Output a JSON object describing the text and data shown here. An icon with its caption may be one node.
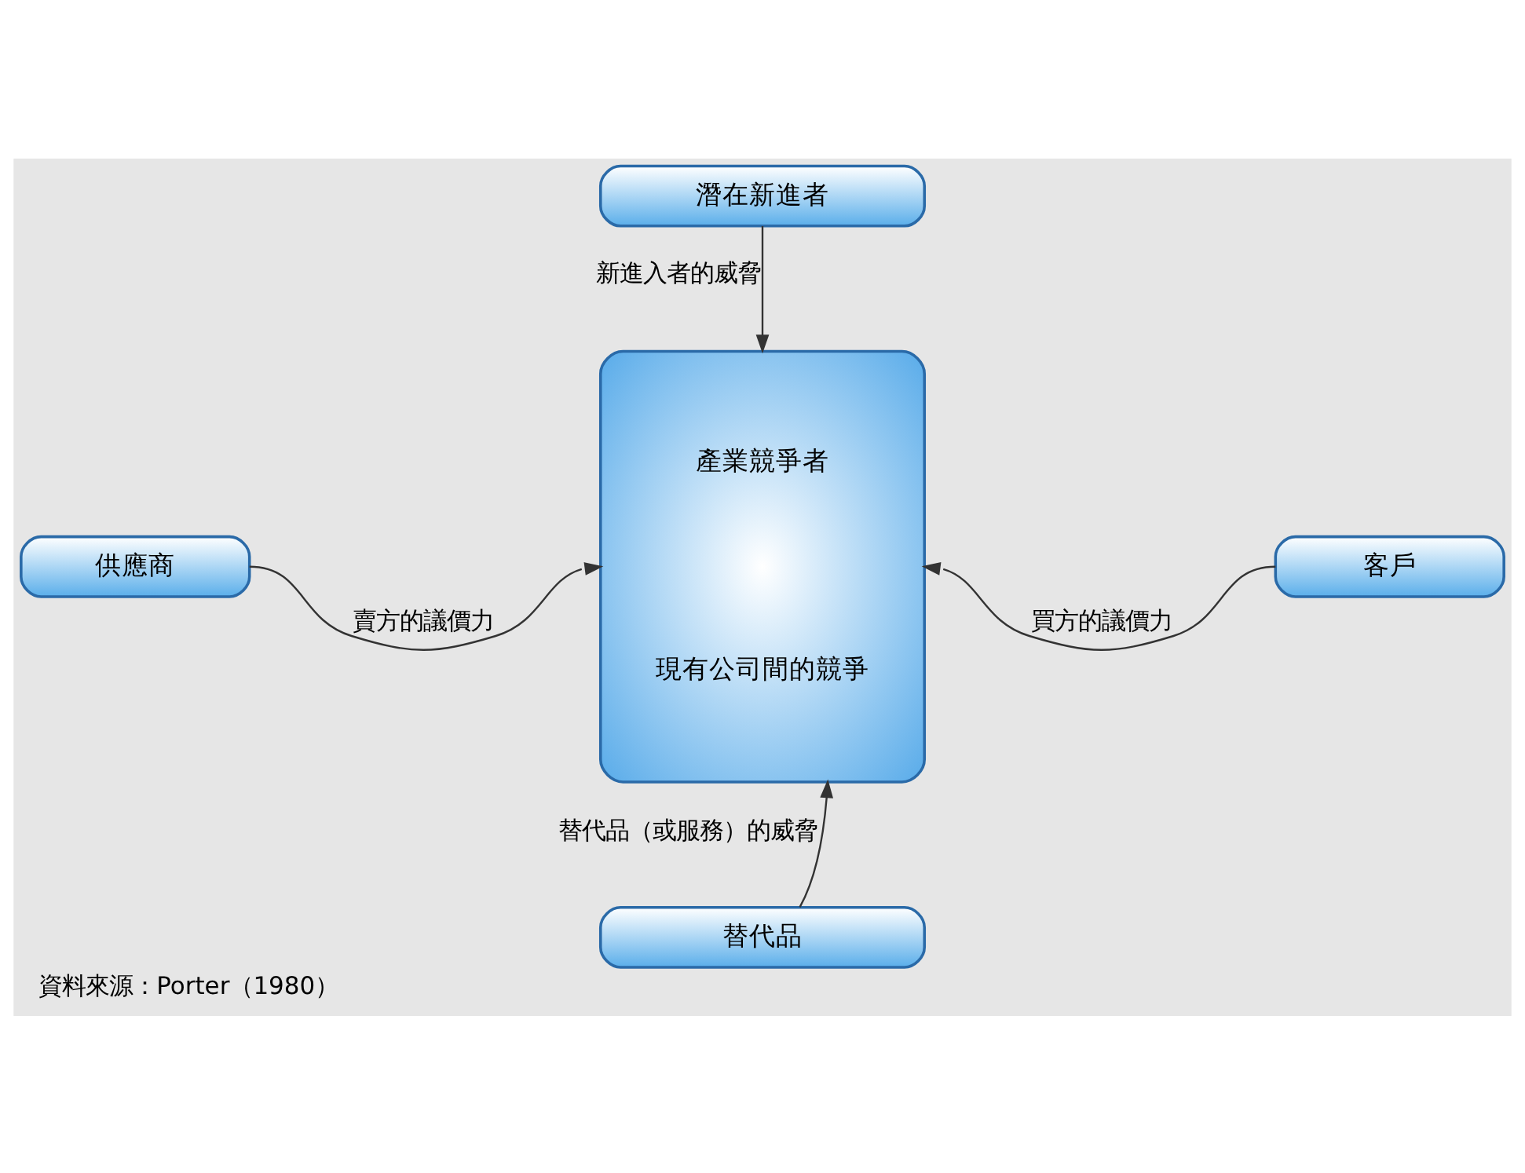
{
  "diagram": {
    "caption": "資料來源：Porter（1980）",
    "nodes": [
      {
        "text": [
          "潛在新進者"
        ]
      },
      {
        "text": [
          "產業競爭者",
          "現有公司間的競爭"
        ]
      },
      {
        "text": [
          "供應商"
        ]
      },
      {
        "text": [
          "客戶"
        ]
      },
      {
        "text": [
          "替代品"
        ]
      }
    ],
    "edges": [
      {
        "from": 0,
        "to": 1,
        "arrow": "to",
        "label": "新進入者的威脅"
      },
      {
        "from": 2,
        "to": 1,
        "arrow": "to",
        "label": "賣方的議價力"
      },
      {
        "from": 3,
        "to": 1,
        "arrow": "to",
        "label": "買方的議價力"
      },
      {
        "from": 4,
        "to": 1,
        "arrow": "to",
        "label": "替代品（或服務）的威脅"
      }
    ]
  }
}
